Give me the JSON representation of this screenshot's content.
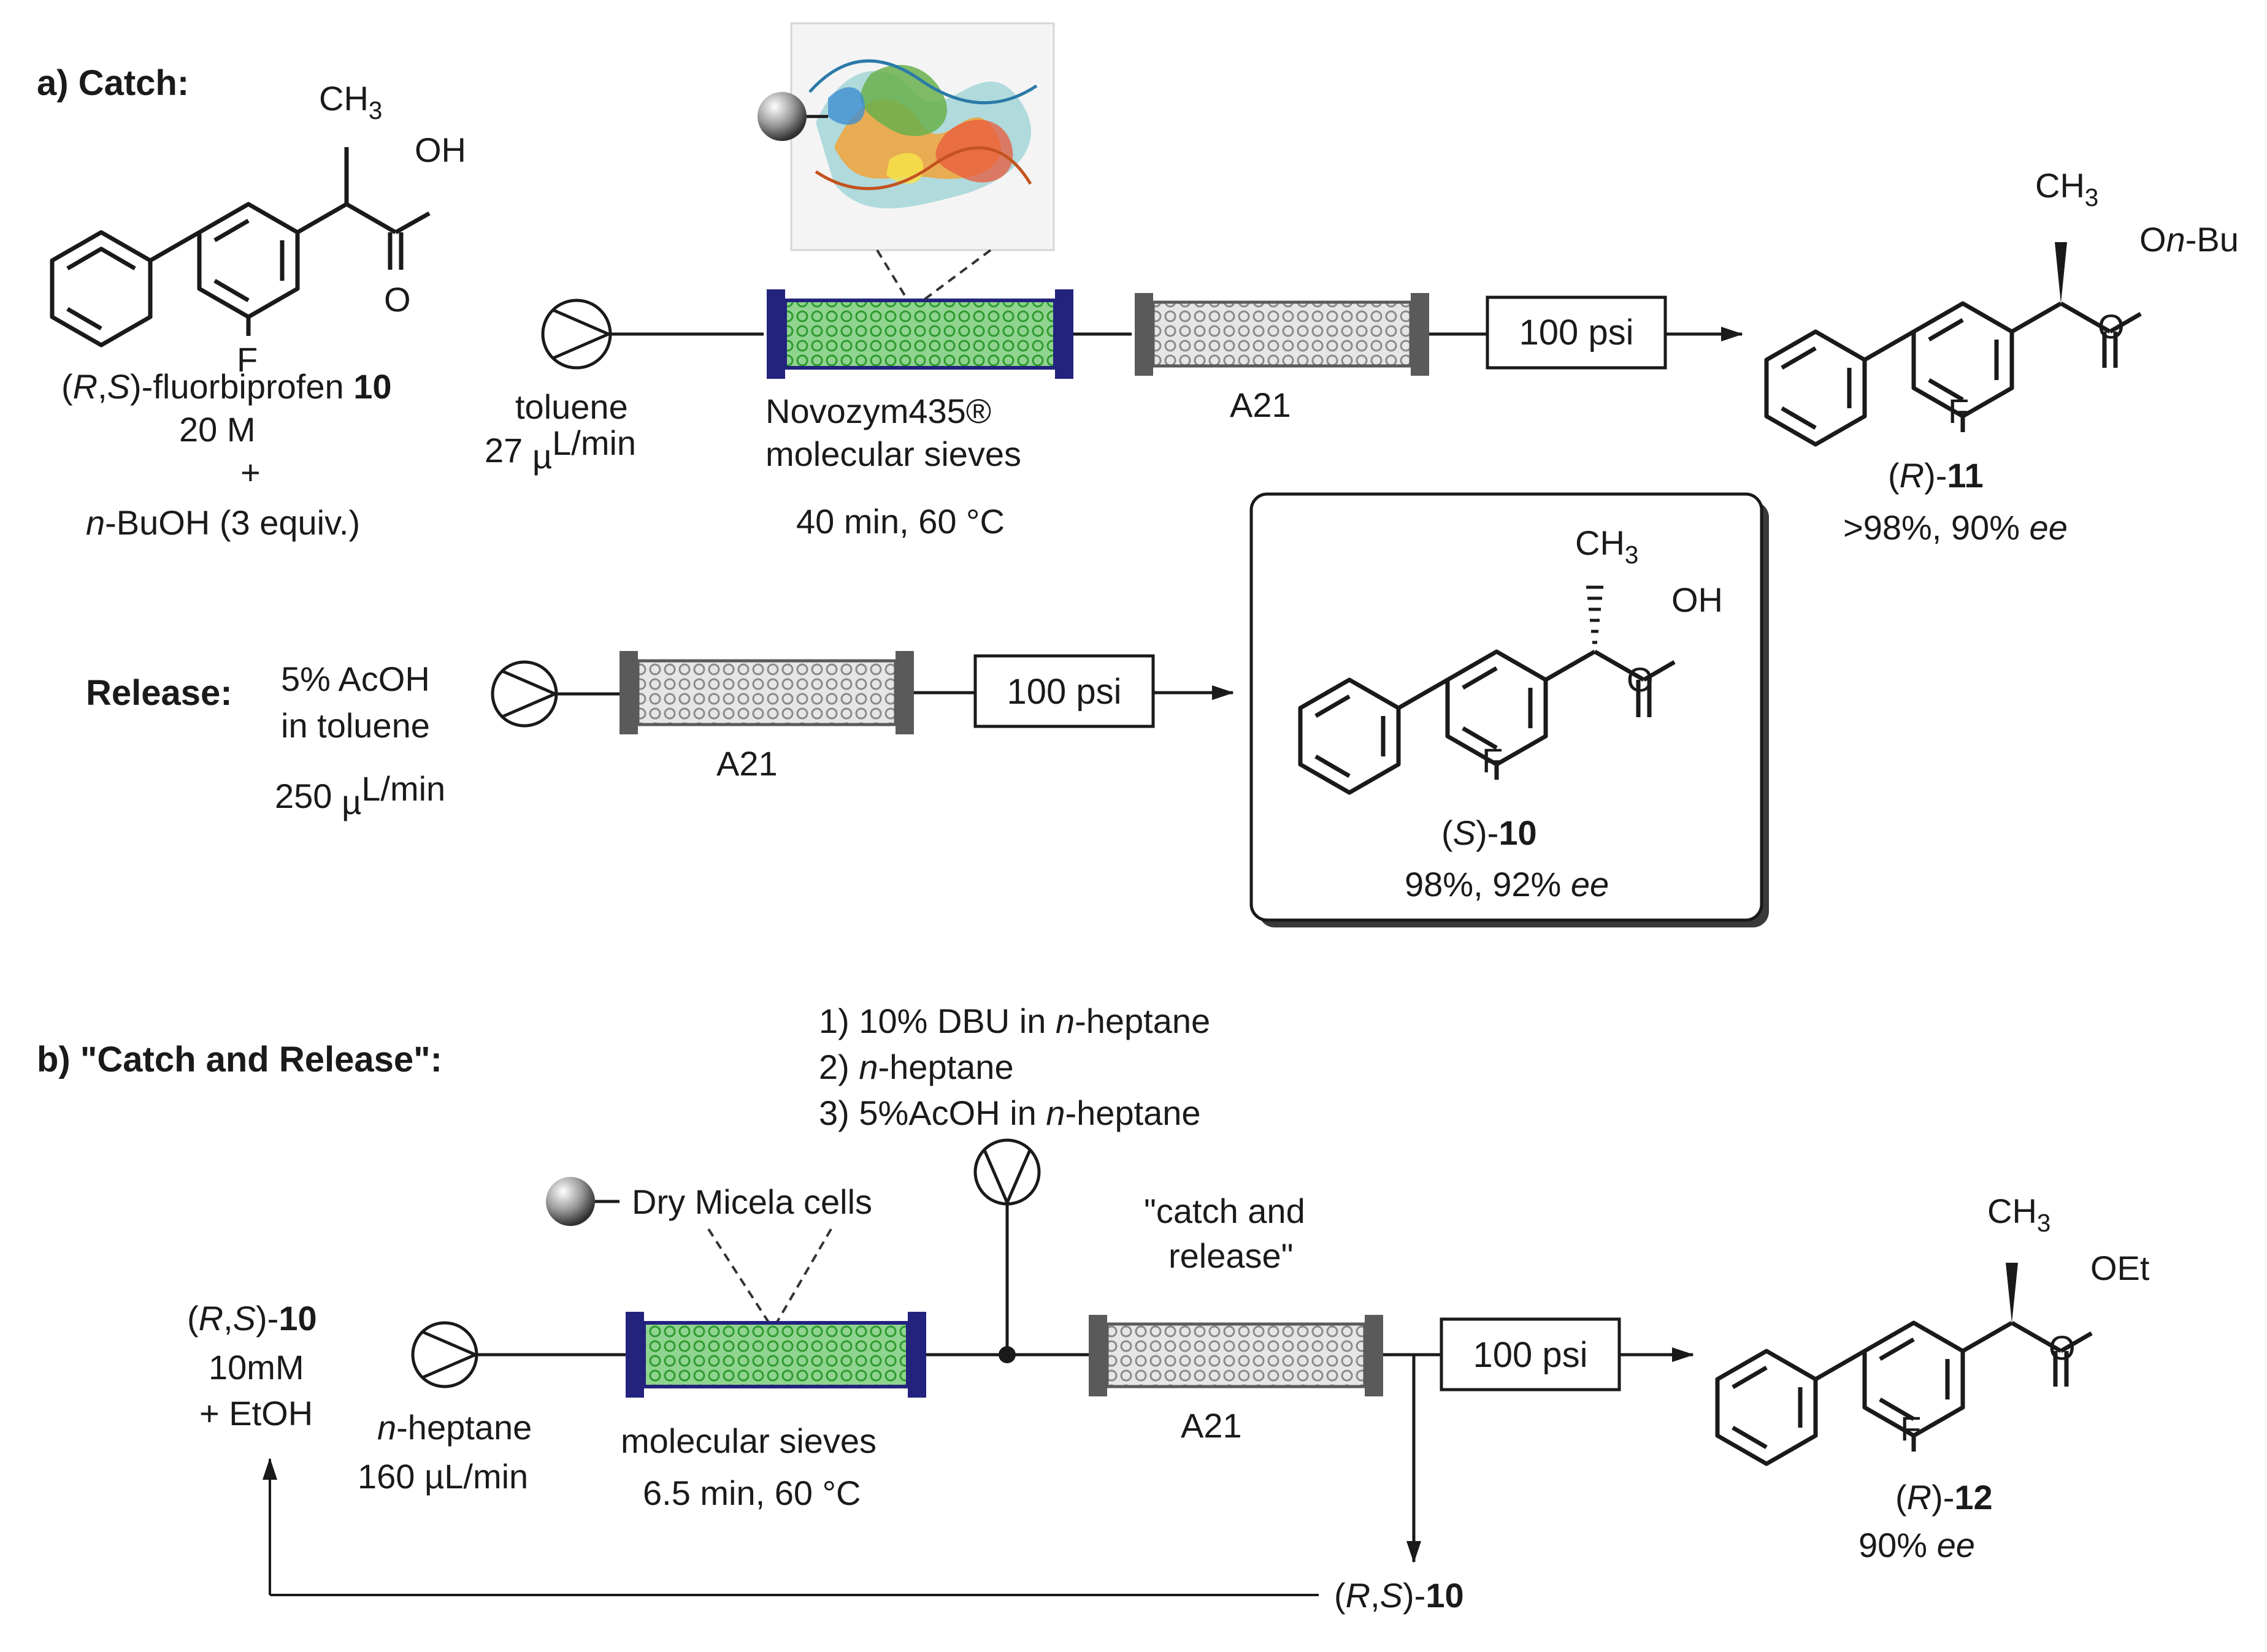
{
  "section_a": {
    "heading": "a) Catch:",
    "start_label": {
      "prefix": "(",
      "r": "R",
      "comma": ",",
      "s": "S",
      "mid": ")-fluorbiprofen ",
      "num": "10"
    },
    "start_conc": "20 M",
    "plus": "+",
    "nbuoh": {
      "n": "n",
      "rest": "-BuOH (3 equiv.)"
    },
    "pump_solvent": "toluene",
    "flow_rate": {
      "num": "27 ",
      "mu": "µ",
      "unit": "L/min"
    },
    "enzyme_col_line1": "Novozym435®",
    "enzyme_col_line2": "molecular sieves",
    "conditions": "40 min, 60 °C",
    "a21_label": "A21",
    "bpr": "100 psi",
    "product_label": {
      "open": "(",
      "r": "R",
      "close": ")-",
      "num": "11"
    },
    "product_yield": {
      "pre": ">98%, 90% ",
      "ee": "ee"
    }
  },
  "release": {
    "heading": "Release:",
    "solvent_line1": "5% AcOH",
    "solvent_line2": "in toluene",
    "flow_rate": {
      "num": "250 ",
      "mu": "µ",
      "unit": "L/min"
    },
    "a21_label": "A21",
    "bpr": "100 psi",
    "product_label": {
      "open": "(",
      "s": "S",
      "close": ")-",
      "num": "10"
    },
    "product_yield": {
      "pre": "98%, 92% ",
      "ee": "ee"
    }
  },
  "section_b": {
    "heading": "b) \"Catch and Release\":",
    "step1": {
      "pre": "1) 10% DBU in ",
      "n": "n",
      "post": "-heptane"
    },
    "step2": {
      "pre": "2) ",
      "n": "n",
      "post": "-heptane"
    },
    "step3": {
      "pre": "3) 5%AcOH in ",
      "n": "n",
      "post": "-heptane"
    },
    "cells_label": "Dry Micela cells",
    "catch_line1": "\"catch and",
    "catch_line2": "release\"",
    "feed_label": {
      "open": "(",
      "r": "R",
      "comma": ",",
      "s": "S",
      "close": ")-",
      "num": "10"
    },
    "feed_conc": "10mM",
    "feed_plus": "+ EtOH",
    "pump_solvent": {
      "n": "n",
      "post": "-heptane"
    },
    "flow_rate": "160 µL/min",
    "col_label": "molecular sieves",
    "conditions": "6.5 min, 60 °C",
    "a21_label": "A21",
    "bpr": "100 psi",
    "product_label": {
      "open": "(",
      "r": "R",
      "close": ")-",
      "num": "12"
    },
    "product_yield": {
      "pre": "90% ",
      "ee": "ee"
    },
    "recycle_label": {
      "open": "(",
      "r": "R",
      "comma": ",",
      "s": "S",
      "close": ")-",
      "num": "10"
    }
  },
  "atoms": {
    "ch3": "CH",
    "three": "3",
    "oh": "OH",
    "o": "O",
    "f": "F",
    "onbu": {
      "o": "O",
      "n": "n",
      "bu": "-Bu"
    },
    "oet": "OEt"
  },
  "colors": {
    "column_fill": "#8fd48f",
    "column_bead": "#2f9a2f",
    "column_cap": "#23237e",
    "a21_fill": "#e6e6e6",
    "a21_bead": "#8a8a8a",
    "a21_cap": "#5a5a5a"
  },
  "icons": [
    "pump-icon",
    "bead-icon",
    "protein-icon",
    "back-pressure-regulator",
    "packed-column"
  ]
}
